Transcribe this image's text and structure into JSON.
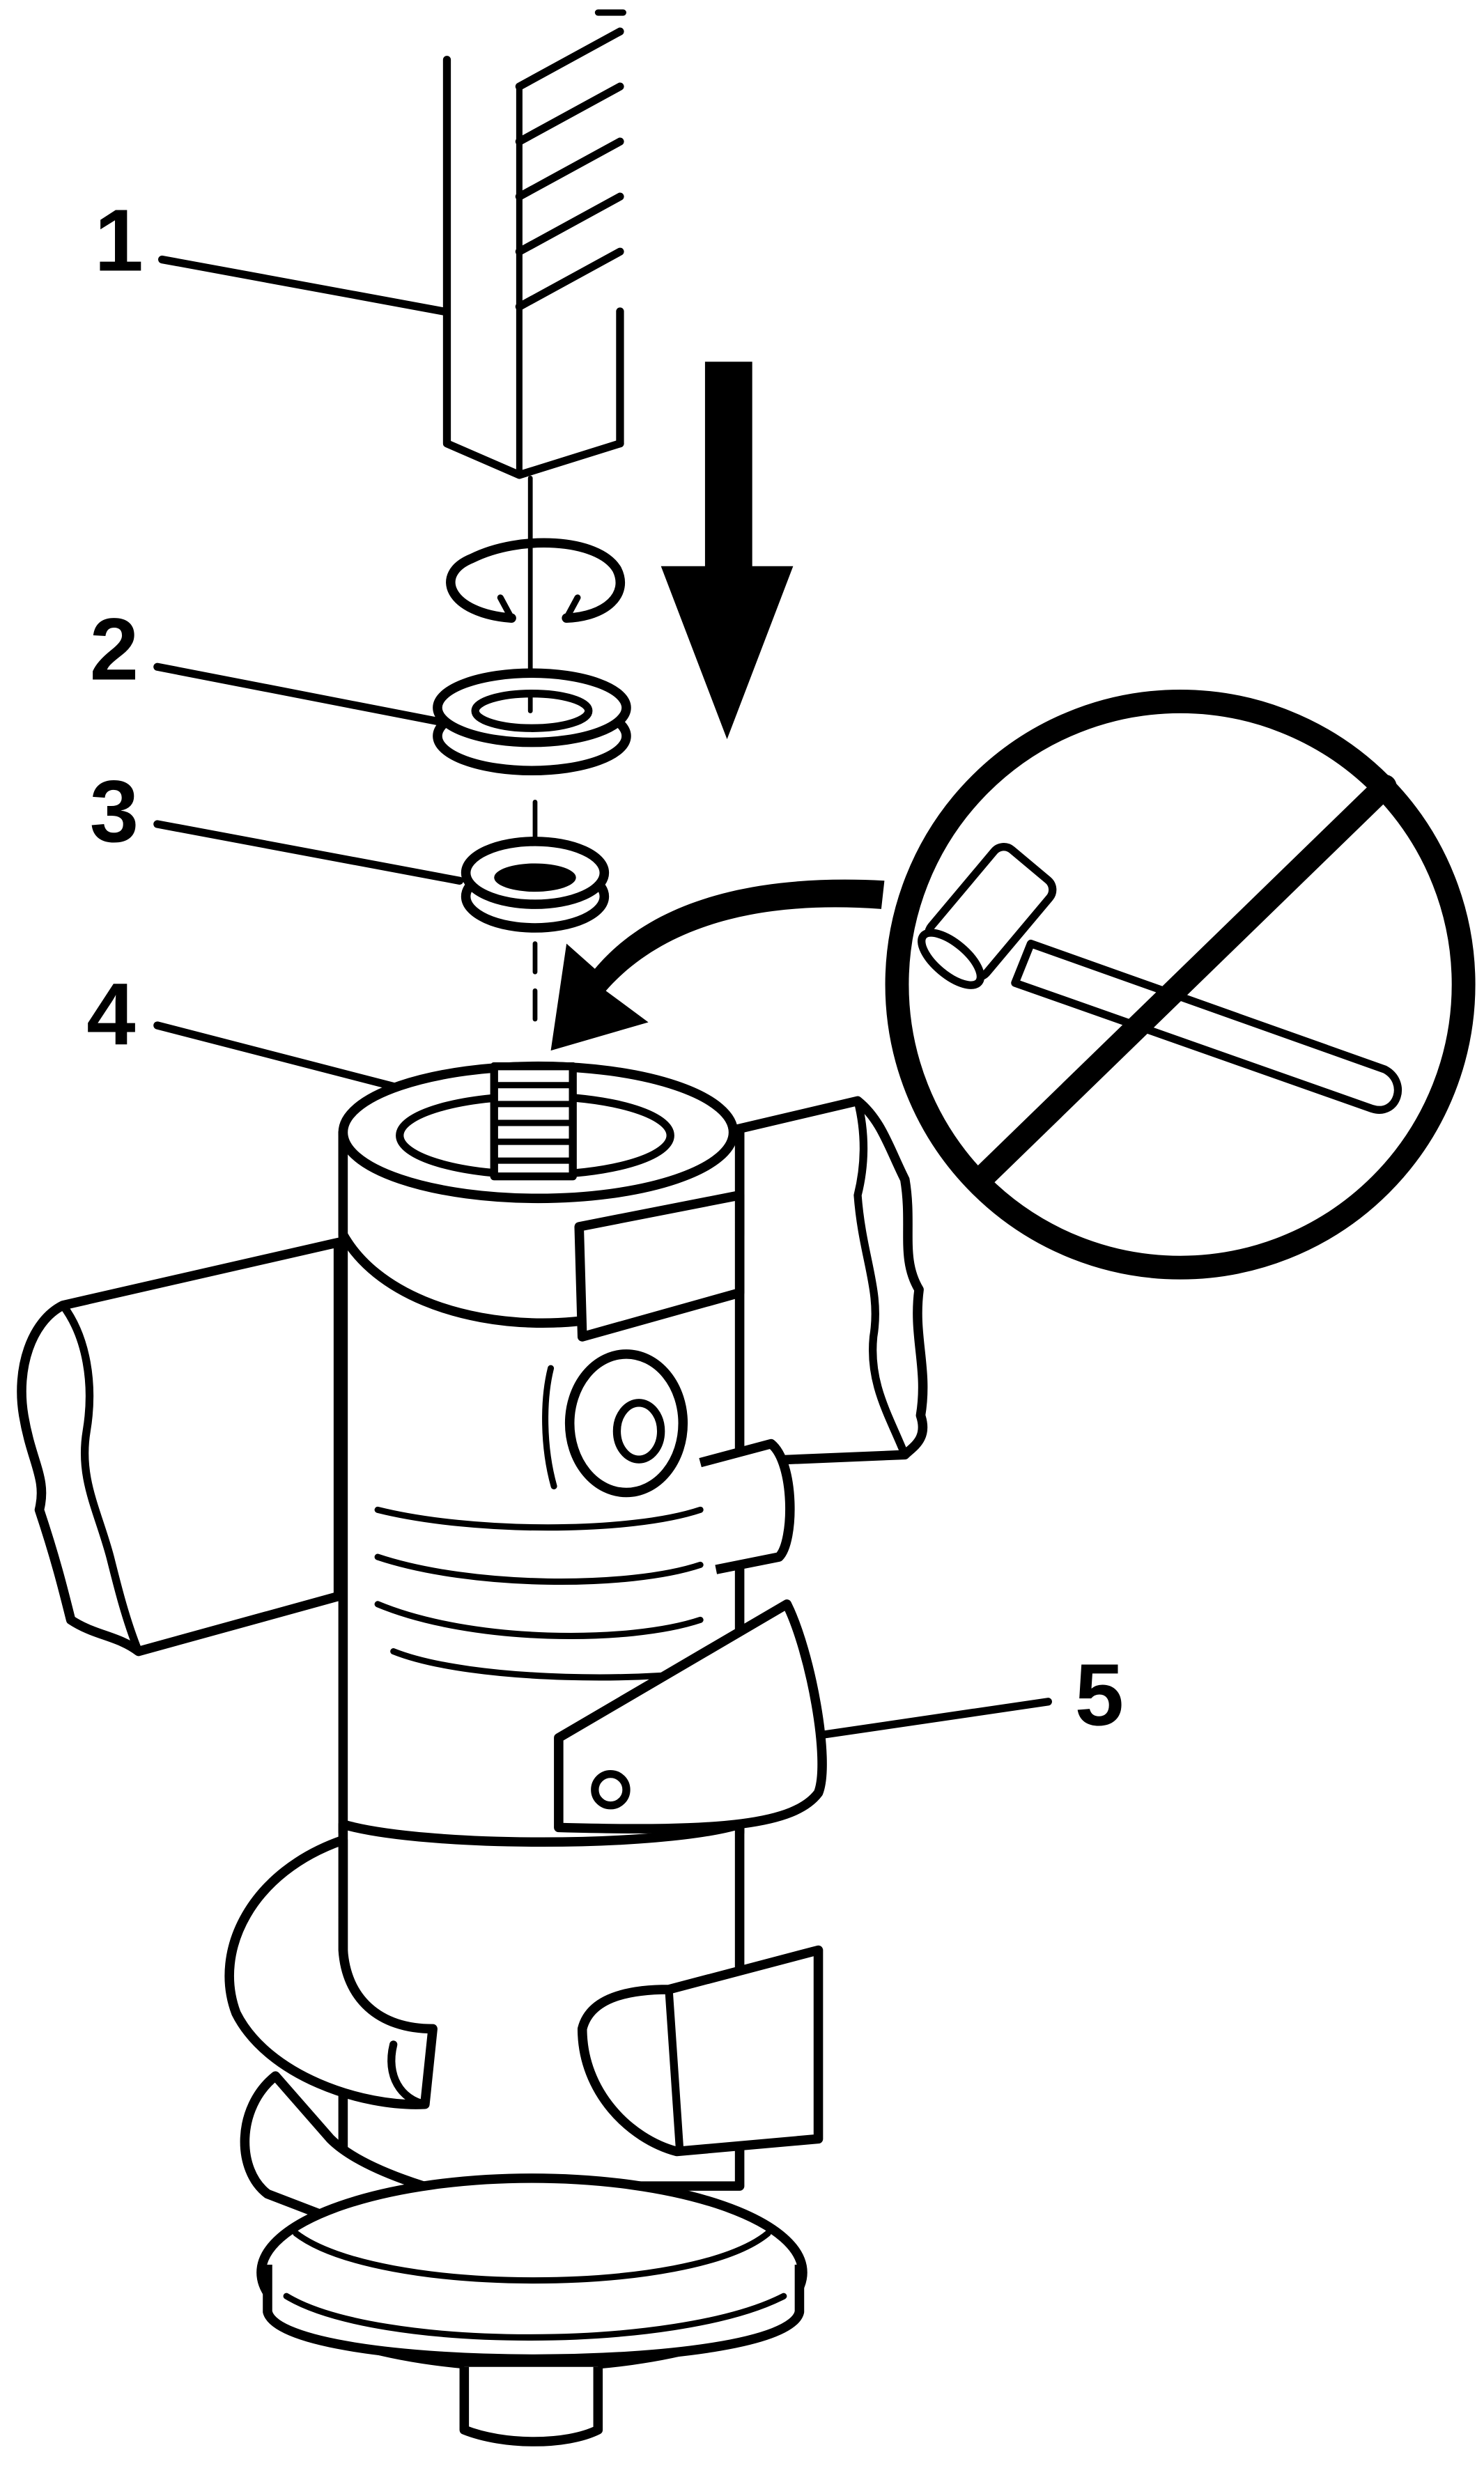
{
  "diagram": {
    "callouts": [
      {
        "id": "1",
        "label": "1",
        "part_icon": "drill-bit-icon"
      },
      {
        "id": "2",
        "label": "2",
        "part_icon": "seal-washer-icon"
      },
      {
        "id": "3",
        "label": "3",
        "part_icon": "bearing-cup-icon"
      },
      {
        "id": "4",
        "label": "4",
        "part_icon": "threaded-stud-icon"
      },
      {
        "id": "5",
        "label": "5",
        "part_icon": "housing-assembly-icon"
      }
    ],
    "icons": {
      "direction_arrow": "down-arrow-icon",
      "prohibition": "no-hammer-icon",
      "retaining_ring": "snap-ring-icon",
      "curved_arrow": "curved-arrow-icon"
    },
    "colors": {
      "ink": "#000000",
      "paper": "#ffffff"
    }
  }
}
